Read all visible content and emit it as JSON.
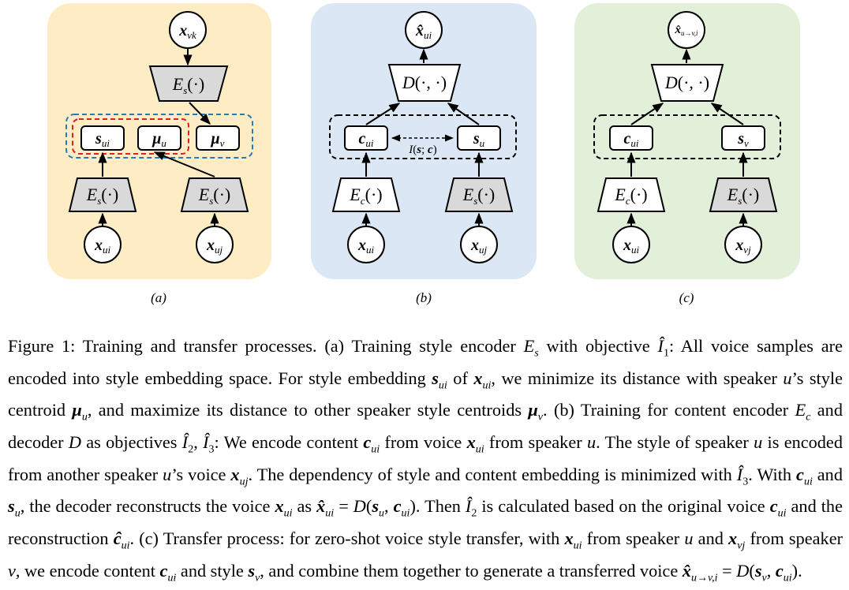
{
  "panels": [
    {
      "label": "(a)",
      "top_node": "x_vk",
      "top_encoder": "E_s(·)",
      "embeddings": [
        "s_ui",
        "μ_u",
        "μ_v"
      ],
      "encoders": [
        "E_s(·)",
        "E_s(·)"
      ],
      "inputs": [
        "x_ui",
        "x_uj"
      ]
    },
    {
      "label": "(b)",
      "output": "x̂_ui",
      "decoder": "D(·,·)",
      "embeddings": [
        "c_ui",
        "s_u"
      ],
      "mutual_info": "I(s; c)",
      "encoders": [
        "E_c(·)",
        "E_s(·)"
      ],
      "inputs": [
        "x_ui",
        "x_uj"
      ]
    },
    {
      "label": "(c)",
      "output": "x̂_u→v,i",
      "decoder": "D(·,·)",
      "embeddings": [
        "c_ui",
        "s_v"
      ],
      "encoders": [
        "E_c(·)",
        "E_s(·)"
      ],
      "inputs": [
        "x_ui",
        "x_vj"
      ]
    }
  ],
  "colors": {
    "panel_a_bg": "#fdecc4",
    "panel_b_bg": "#dbe7f5",
    "panel_c_bg": "#e2efd9",
    "encoder_gray": "#d9d9d9",
    "red_dash": "#e02020",
    "blue_dash": "#2a7ab8"
  },
  "caption": {
    "p1": "Figure 1: Training and transfer processes. (a) Training style encoder ",
    "p2": " with objective ",
    "p3": ": All voice samples are encoded into style embedding space. For style embedding ",
    "p4": " of ",
    "p5": ", we minimize its distance with speaker ",
    "p6": "’s style centroid ",
    "p7": ", and maximize its distance to other speaker style centroids ",
    "p8": ". (b) Training for content encoder ",
    "p9": " and decoder ",
    "p10": " as objectives ",
    "p11": ": We encode content ",
    "p12": " from voice ",
    "p13": " from speaker ",
    "p14": ". The style of speaker ",
    "p15": " is encoded from another speaker ",
    "p16": "’s voice ",
    "p17": ". The dependency of style and content embedding is minimized with ",
    "p18": ". With ",
    "p19": " and ",
    "p20": ", the decoder reconstructs the voice ",
    "p21": " as ",
    "p22": ". Then ",
    "p23": " is calculated based on the original voice ",
    "p24": " and the reconstruction ",
    "p25": ". (c) Transfer process: for zero-shot voice style transfer, with ",
    "p26": " from speaker ",
    "p27": " and ",
    "p28": " from speaker ",
    "p29": ", we encode content ",
    "p30": " and style ",
    "p31": ", and combine them together to generate a transferred voice ",
    "p32": "."
  }
}
